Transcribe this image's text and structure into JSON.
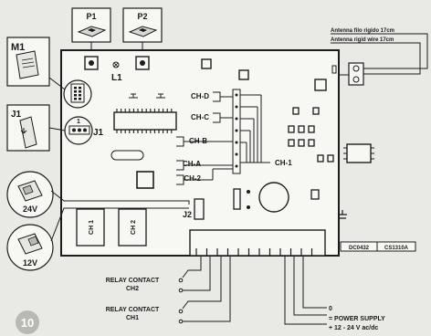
{
  "colors": {
    "background": "#e9e9e6",
    "board": "#f7f7f4",
    "ink": "#1c1c1c",
    "badge": "#b8b8b4"
  },
  "labels": {
    "p1": "P1",
    "p2": "P2",
    "l1": "L1",
    "m1": "M1",
    "j1": "J1",
    "j1_board": "J1",
    "j1_pin": "1",
    "j2": "J2",
    "ch_d": "CH-D",
    "ch_c": "CH-C",
    "ch_b": "CH-B",
    "ch_a": "CH-A",
    "ch_2": "CH-2",
    "ch_1": "CH-1",
    "relay_ch1": "CH 1",
    "relay_ch2": "CH 2",
    "v24": "24V",
    "v12": "12V",
    "antenna_it": "Antenna filo rigido 17cm",
    "antenna_en": "Antenna rigid wire 17cm",
    "board_code_1": "DC0432",
    "board_code_2": "CS1310A",
    "relay_contact_ch2_line1": "RELAY CONTACT",
    "relay_contact_ch2_line2": "CH2",
    "relay_contact_ch1_line1": "RELAY CONTACT",
    "relay_contact_ch1_line2": "CH1",
    "terminal_zero": "0",
    "power_supply": "= POWER SUPPLY",
    "voltage": "+ 12 - 24 V ac/dc",
    "figure_number": "10"
  }
}
